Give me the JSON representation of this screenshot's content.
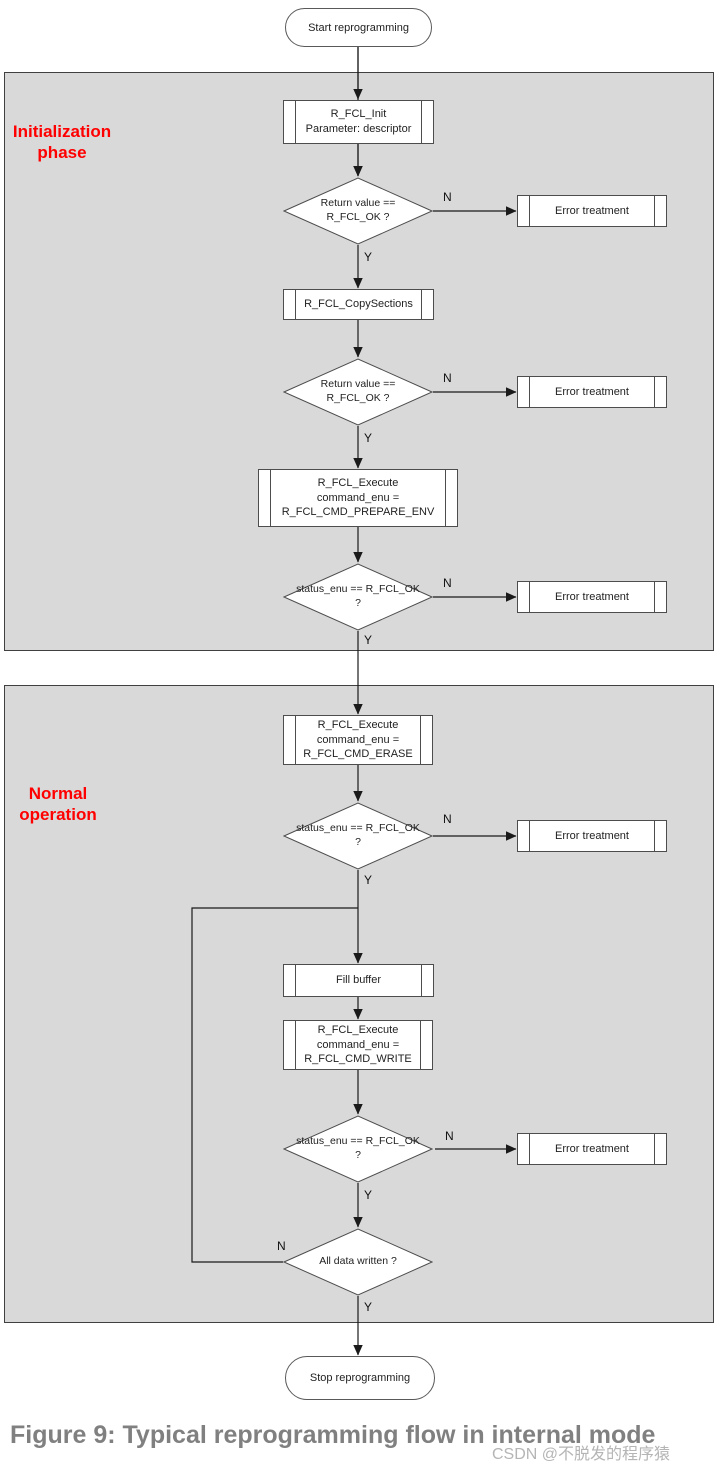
{
  "colors": {
    "section_fill": "#d9d9d9",
    "section_border": "#404040",
    "shape_border": "#4d4d4d",
    "flow_line": "#1a1a1a",
    "accent_red": "#ff0000",
    "caption_gray": "#808080",
    "watermark_gray": "#b5b5b5"
  },
  "sections": {
    "init": {
      "line1": "Initialization",
      "line2": "phase"
    },
    "normal": {
      "line1": "Normal",
      "line2": "operation"
    }
  },
  "flow": {
    "start": "Start reprogramming",
    "stop": "Stop reprogramming",
    "error": "Error treatment",
    "boxes": {
      "init": {
        "l1": "R_FCL_Init",
        "l2": "Parameter: descriptor"
      },
      "copy": {
        "l1": "R_FCL_CopySections"
      },
      "prepare": {
        "l1": "R_FCL_Execute",
        "l2": "command_enu =",
        "l3": "R_FCL_CMD_PREPARE_ENV"
      },
      "erase": {
        "l1": "R_FCL_Execute",
        "l2": "command_enu =",
        "l3": "R_FCL_CMD_ERASE"
      },
      "fill": {
        "l1": "Fill buffer"
      },
      "write": {
        "l1": "R_FCL_Execute",
        "l2": "command_enu =",
        "l3": "R_FCL_CMD_WRITE"
      }
    },
    "decisions": {
      "ret": {
        "l1": "Return value ==",
        "l2": "R_FCL_OK ?"
      },
      "status": {
        "l1": "status_enu == R_FCL_OK",
        "l2": "?"
      },
      "alldata": {
        "l1": "All data written ?"
      }
    },
    "branch": {
      "yes": "Y",
      "no": "N"
    }
  },
  "caption": "Figure 9: Typical reprogramming flow in internal mode",
  "watermark": "CSDN @不脱发的程序猿"
}
